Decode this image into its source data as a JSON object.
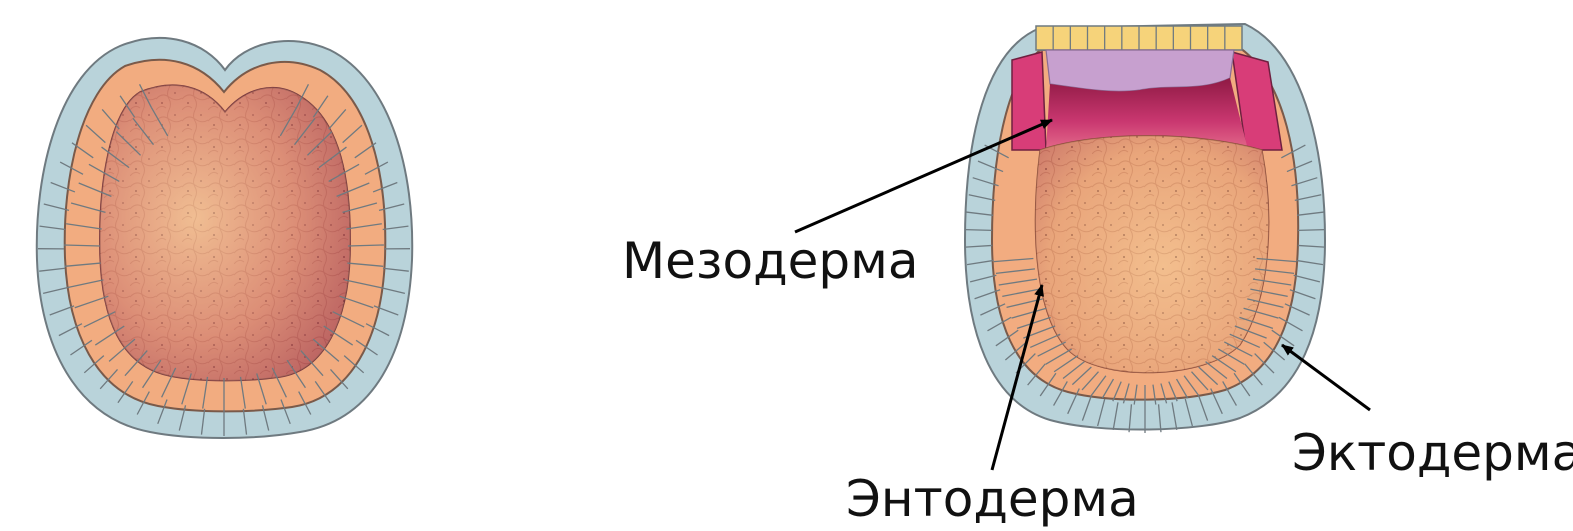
{
  "labels": {
    "mesoderm": "Мезодерма",
    "endoderm": "Энтодерма",
    "ectoderm": "Эктодерма"
  },
  "colors": {
    "background": "#ffffff",
    "ectoderm_cells": "#b9d3da",
    "endoderm_cells": "#f2ac80",
    "mesoderm_cells": "#d83d78",
    "cell_border": "#6f7a80",
    "yolk": "#e9a97a",
    "cavity_dark": "#9c2449",
    "roof_cells": "#f6d37a",
    "roof_band": "#c7a0cf",
    "arrow": "#000000",
    "text": "#111111"
  }
}
